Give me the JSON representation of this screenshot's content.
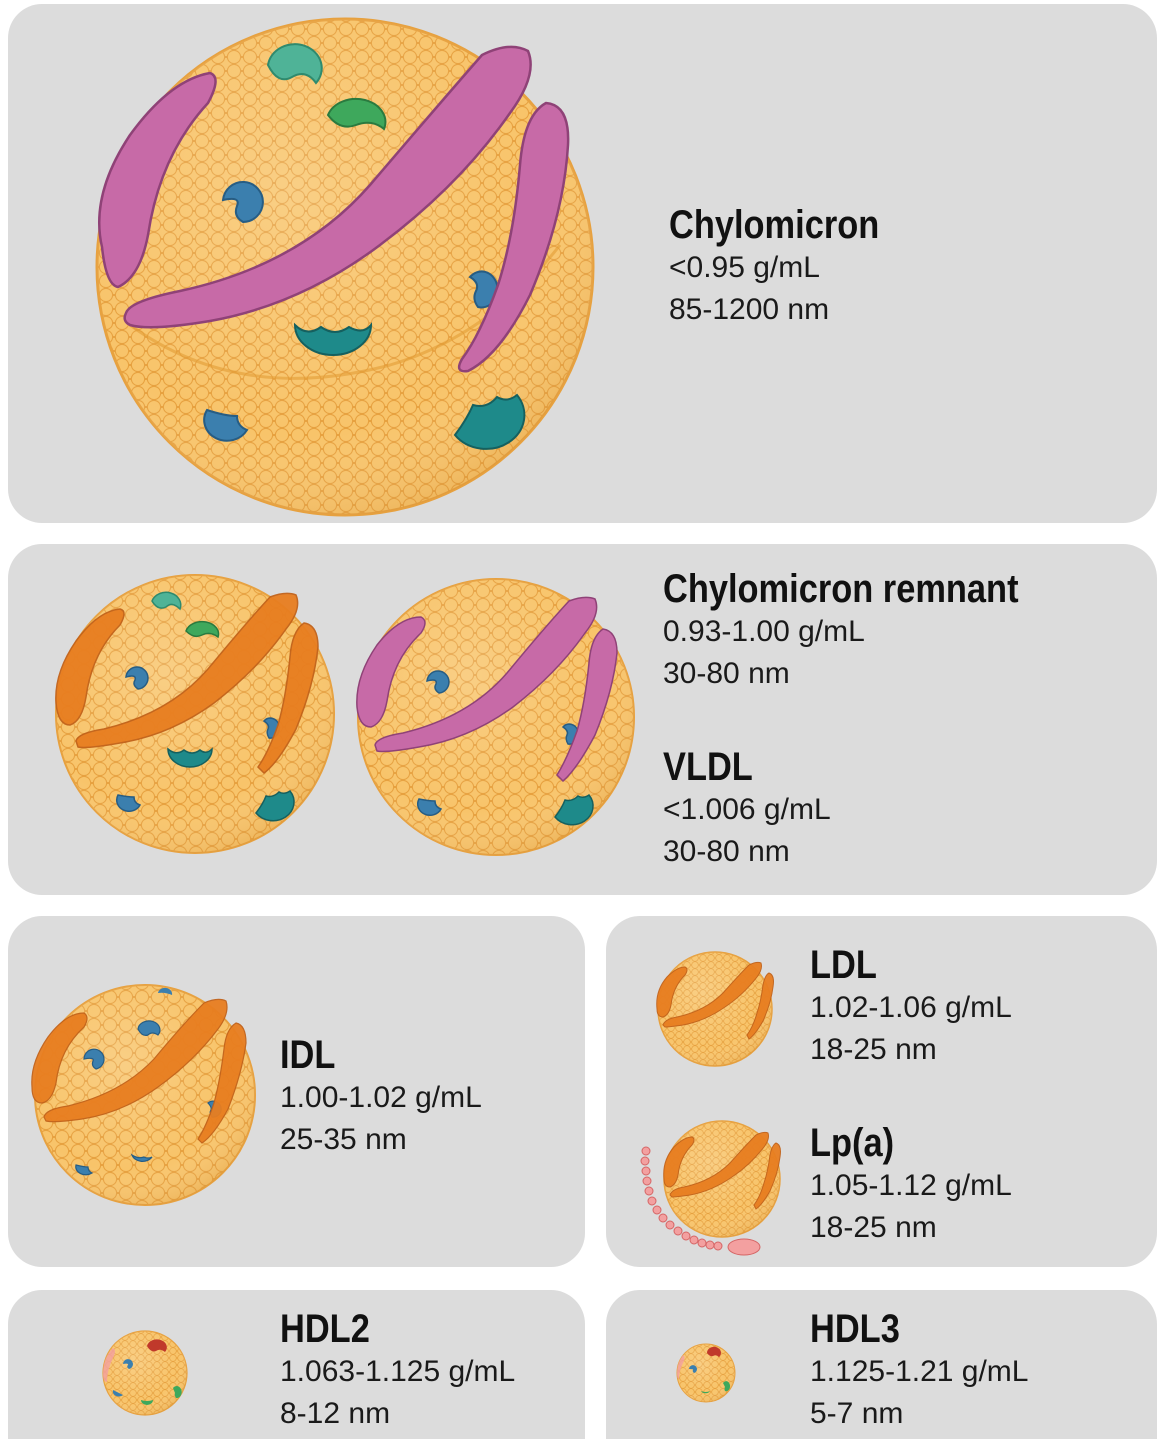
{
  "colors": {
    "panel_bg": "#dcdcdc",
    "lipid_body": "#f6b957",
    "lipid_outline": "#e7a13f",
    "apoB48_or_apoC": "#c76aa7",
    "apoB100": "#e87e20",
    "apoE_blue": "#3b7fae",
    "apo_teal": "#1e8a8a",
    "apo_green": "#3ea85c",
    "apo_red_hdl": "#c0392b",
    "apo_a_chain": "#f3a0a0"
  },
  "particles": [
    {
      "name": "Chylomicron",
      "density": "<0.95 g/mL",
      "size": "85-1200 nm"
    },
    {
      "name": "Chylomicron remnant",
      "density": "0.93-1.00 g/mL",
      "size": "30-80 nm"
    },
    {
      "name": "VLDL",
      "density": "<1.006 g/mL",
      "size": "30-80 nm"
    },
    {
      "name": "IDL",
      "density": "1.00-1.02 g/mL",
      "size": "25-35 nm"
    },
    {
      "name": "LDL",
      "density": "1.02-1.06 g/mL",
      "size": "18-25 nm"
    },
    {
      "name": "Lp(a)",
      "density": "1.05-1.12 g/mL",
      "size": "18-25 nm"
    },
    {
      "name": "HDL2",
      "density": "1.063-1.125 g/mL",
      "size": "8-12 nm"
    },
    {
      "name": "HDL3",
      "density": "1.125-1.21 g/mL",
      "size": "5-7 nm"
    }
  ]
}
